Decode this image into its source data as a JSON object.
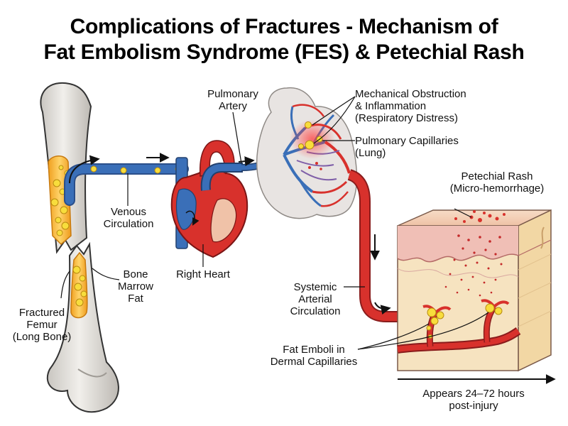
{
  "title": {
    "line1": "Complications of Fractures - Mechanism of",
    "line2": "Fat Embolism Syndrome (FES) & Petechial Rash"
  },
  "labels": {
    "pulmonary_artery": [
      "Pulmonary",
      "Artery"
    ],
    "mechanical_obstruction": [
      "Mechanical Obstruction",
      "& Inflammation",
      "(Respiratory Distress)"
    ],
    "pulmonary_capillaries": [
      "Pulmonary Capillaries",
      "(Lung)"
    ],
    "petechial_rash": [
      "Petechial Rash",
      "(Micro-hemorrhage)"
    ],
    "venous_circulation": [
      "Venous",
      "Circulation"
    ],
    "bone_marrow_fat": [
      "Bone",
      "Marrow",
      "Fat"
    ],
    "right_heart": [
      "Right Heart"
    ],
    "systemic_arterial": [
      "Systemic",
      "Arterial",
      "Circulation"
    ],
    "fractured_femur": [
      "Fractured",
      "Femur",
      "(Long Bone)"
    ],
    "fat_emboli": [
      "Fat Emboli in",
      "Dermal Capillaries"
    ],
    "timeline": [
      "Appears 24–72 hours",
      "post-injury"
    ]
  },
  "colors": {
    "vein": "#3a6fb8",
    "artery": "#d8312c",
    "fat": "#f6d22c",
    "bone": "#e4e1dc",
    "skin": "#f3cdb5"
  }
}
